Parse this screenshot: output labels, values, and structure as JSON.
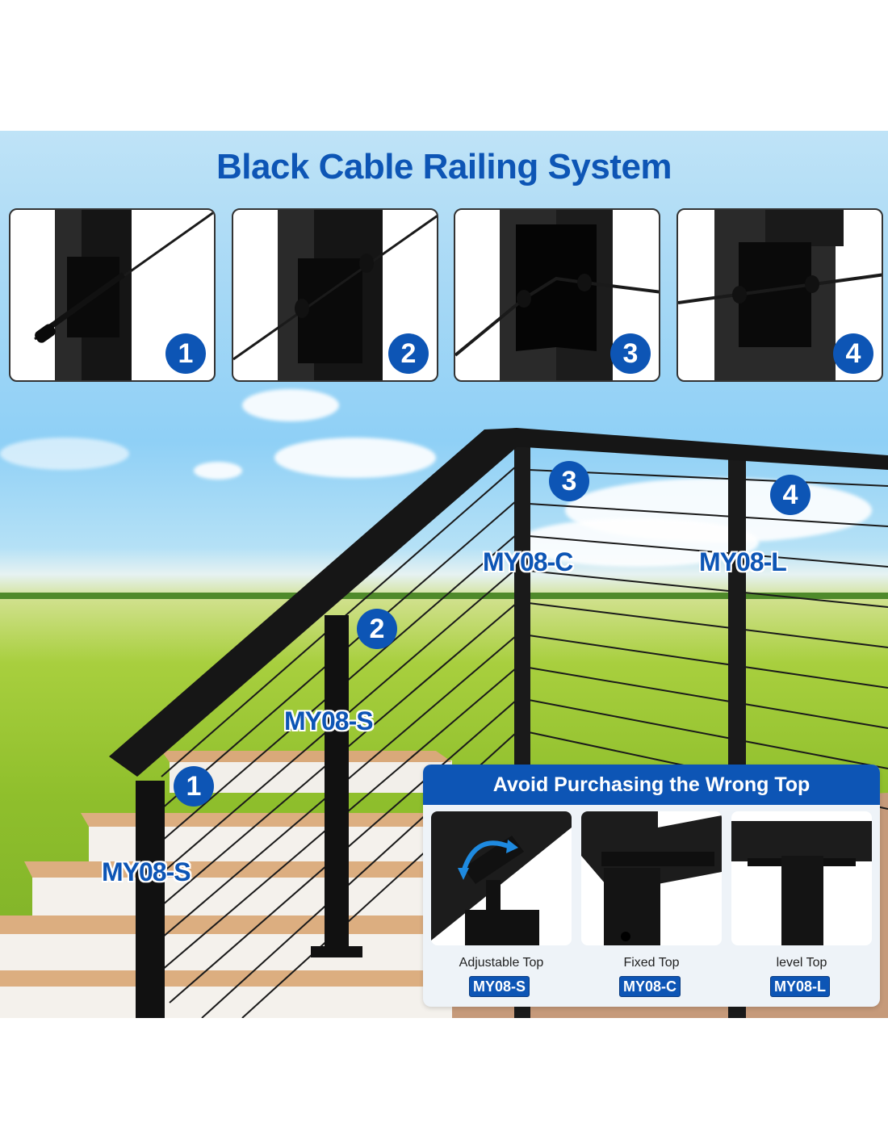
{
  "title": "Black Cable Railing System",
  "detail_views": [
    {
      "number": "1",
      "icon": "cable-end-fitting-post-detail"
    },
    {
      "number": "2",
      "icon": "cable-pass-through-post-detail"
    },
    {
      "number": "3",
      "icon": "corner-post-cable-detail"
    },
    {
      "number": "4",
      "icon": "level-intermediate-post-detail"
    }
  ],
  "scene": {
    "callouts": [
      {
        "number": "1",
        "model": "MY08-S"
      },
      {
        "number": "2",
        "model": "MY08-S"
      },
      {
        "number": "3",
        "model": "MY08-C"
      },
      {
        "number": "4",
        "model": "MY08-L"
      }
    ]
  },
  "panel": {
    "heading": "Avoid Purchasing the Wrong Top",
    "options": [
      {
        "label": "Adjustable Top",
        "code": "MY08-S",
        "icon": "adjustable-top-swivel"
      },
      {
        "label": "Fixed Top",
        "code": "MY08-C",
        "icon": "fixed-corner-top"
      },
      {
        "label": "level Top",
        "code": "MY08-L",
        "icon": "level-t-top"
      }
    ]
  },
  "colors": {
    "brand_blue": "#0d55b5",
    "post_black": "#1a1a1a"
  }
}
